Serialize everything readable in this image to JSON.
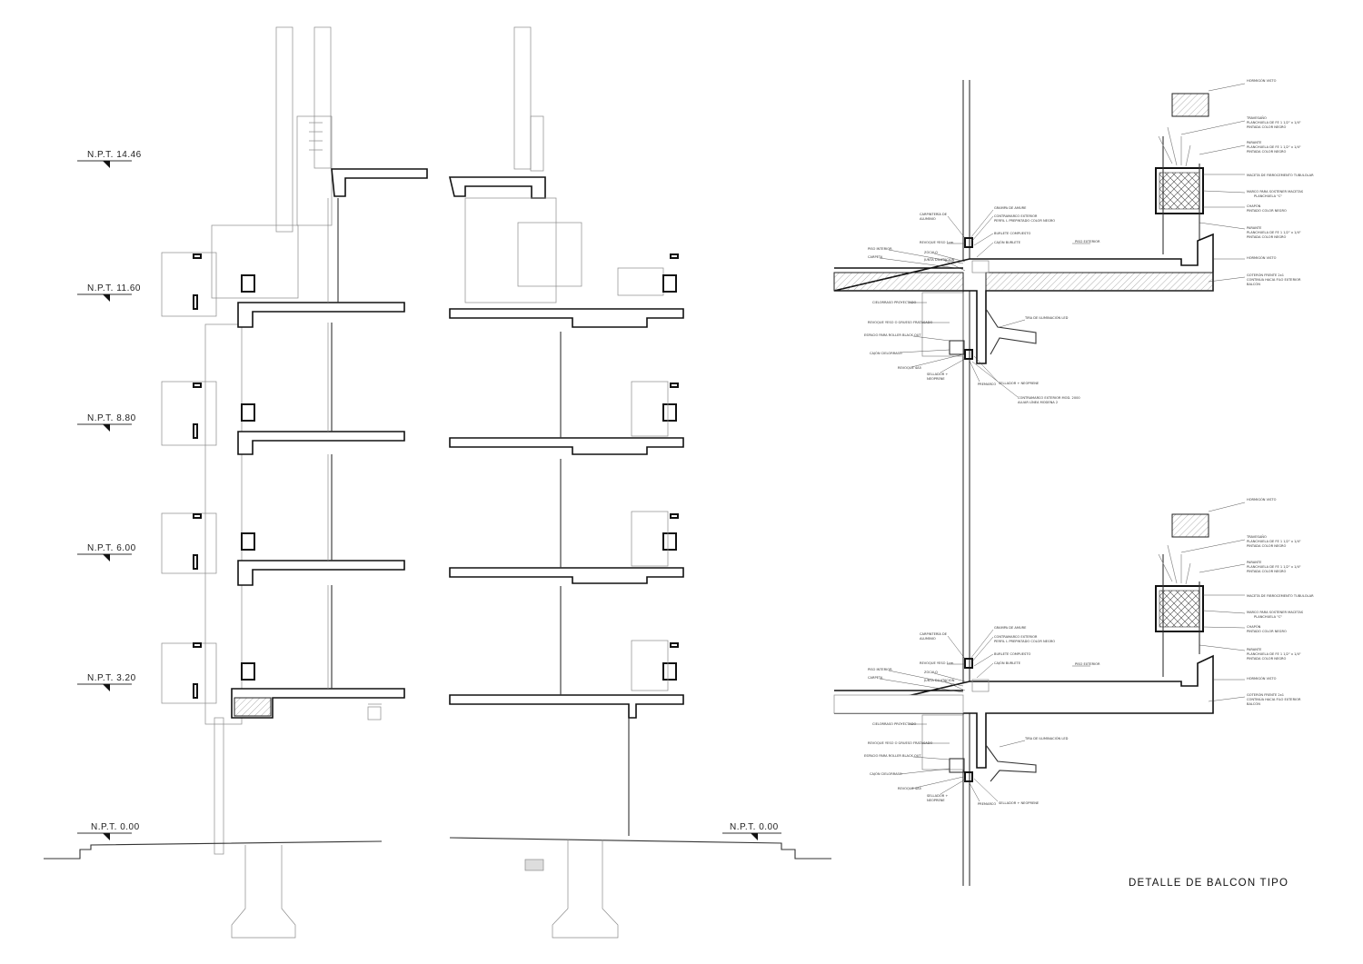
{
  "levels_left": [
    {
      "label": "N.P.T. 14.46"
    },
    {
      "label": "N.P.T. 11.60"
    },
    {
      "label": "N.P.T. 8.80"
    },
    {
      "label": "N.P.T. 6.00"
    },
    {
      "label": "N.P.T. 3.20"
    },
    {
      "label": "N.P.T. 0.00"
    }
  ],
  "level_ground_right": {
    "label": "N.P.T. 0.00"
  },
  "detail_title": "DETALLE DE BALCON TIPO",
  "detail_upper": {
    "right": [
      "HORMIGÓN VISTO",
      "TRAVESAÑO",
      "PLANCHUELA DE FE 1 1/2\" x 1/4\"",
      "PINTADA COLOR NEGRO",
      "PARANTE",
      "PLANCHUELA DE FE 1 1/2\" x 1/4\"",
      "PINTADA COLOR NEGRO",
      "MACETA DE FIBROCEMENTO TUBULOLAR",
      "MARCO PARA SOSTENER MACETAS",
      "PLANCHUELA \"C\"",
      "CHAPÓN",
      "PINTADO COLOR NEGRO",
      "PARANTE",
      "PLANCHUELA DE FE 1 1/2\" x 1/4\"",
      "PINTADA COLOR NEGRO",
      "HORMIGÓN VISTO",
      "GOTERÓN FRENTE 2x1",
      "CONTINÚA HACIA FILO EXTERIOR",
      "BALCÓN"
    ],
    "left": [
      "CARPINTERÍA DE",
      "ALUMINIO",
      "REVOQUE YESO 1cm",
      "PISO INTERIOR",
      "CARPETA",
      "ZÓCALO",
      "JUNTA DILATACIÓN",
      "CIELORRASO PROYECTADO",
      "REVOQUE YESO O GRUESO FRATASADO",
      "ESPACIO PARA ROLLER BLACK OUT",
      "CAJÓN CIELORRASO",
      "REVOQUE 4A5",
      "SELLADOR +",
      "NEOPRENE"
    ],
    "center": [
      "GRAMPA DE AMURE",
      "CONTRAMARCO EXTERIOR",
      "PERFIL L PREPINTADO COLOR NEGRO",
      "BURLETE COMPUESTO",
      "CAJÓN BURLETE",
      "PISO EXTERIOR",
      "TIRA DE ILUMINACIÓN LED",
      "SELLADOR + NEOPRENE",
      "PREMARCO",
      "CONTRAMARCO EXTERIOR MOD. 2000",
      "ALUAR LÍNEA MODENA 2"
    ]
  },
  "detail_lower": {
    "right": [
      "HORMIGÓN VISTO",
      "TRAVESAÑO",
      "PLANCHUELA DE FE 1 1/2\" x 1/4\"",
      "PINTADA COLOR NEGRO",
      "PARANTE",
      "PLANCHUELA DE FE 1 1/2\" x 1/4\"",
      "PINTADA COLOR NEGRO",
      "MACETA DE FIBROCEMENTO TUBULOLAR",
      "MARCO PARA SOSTENER MACETAS",
      "PLANCHUELA \"C\"",
      "CHAPÓN",
      "PINTADO COLOR NEGRO",
      "PARANTE",
      "PLANCHUELA DE FE 1 1/2\" x 1/4\"",
      "PINTADA COLOR NEGRO",
      "HORMIGÓN VISTO",
      "GOTERÓN FRENTE 2x1",
      "CONTINÚA HACIA FILO EXTERIOR",
      "BALCÓN"
    ],
    "left": [
      "CARPINTERÍA DE",
      "ALUMINIO",
      "REVOQUE YESO 1cm",
      "PISO INTERIOR",
      "CARPETA",
      "ZÓCALO",
      "JUNTA DILATACIÓN",
      "CIELORRASO PROYECTADO",
      "REVOQUE YESO O GRUESO FRATASADO",
      "ESPACIO PARA ROLLER BLACK OUT",
      "CAJÓN CIELORRASO",
      "REVOQUE 4A5",
      "SELLADOR +",
      "NEOPRENE"
    ],
    "center": [
      "GRAMPA DE AMURE",
      "CONTRAMARCO EXTERIOR",
      "PERFIL L PREPINTADO COLOR NEGRO",
      "BURLETE COMPUESTO",
      "CAJÓN BURLETE",
      "PISO EXTERIOR",
      "TIRA DE ILUMINACIÓN LED",
      "SELLADOR + NEOPRENE",
      "PREMARCO"
    ]
  }
}
